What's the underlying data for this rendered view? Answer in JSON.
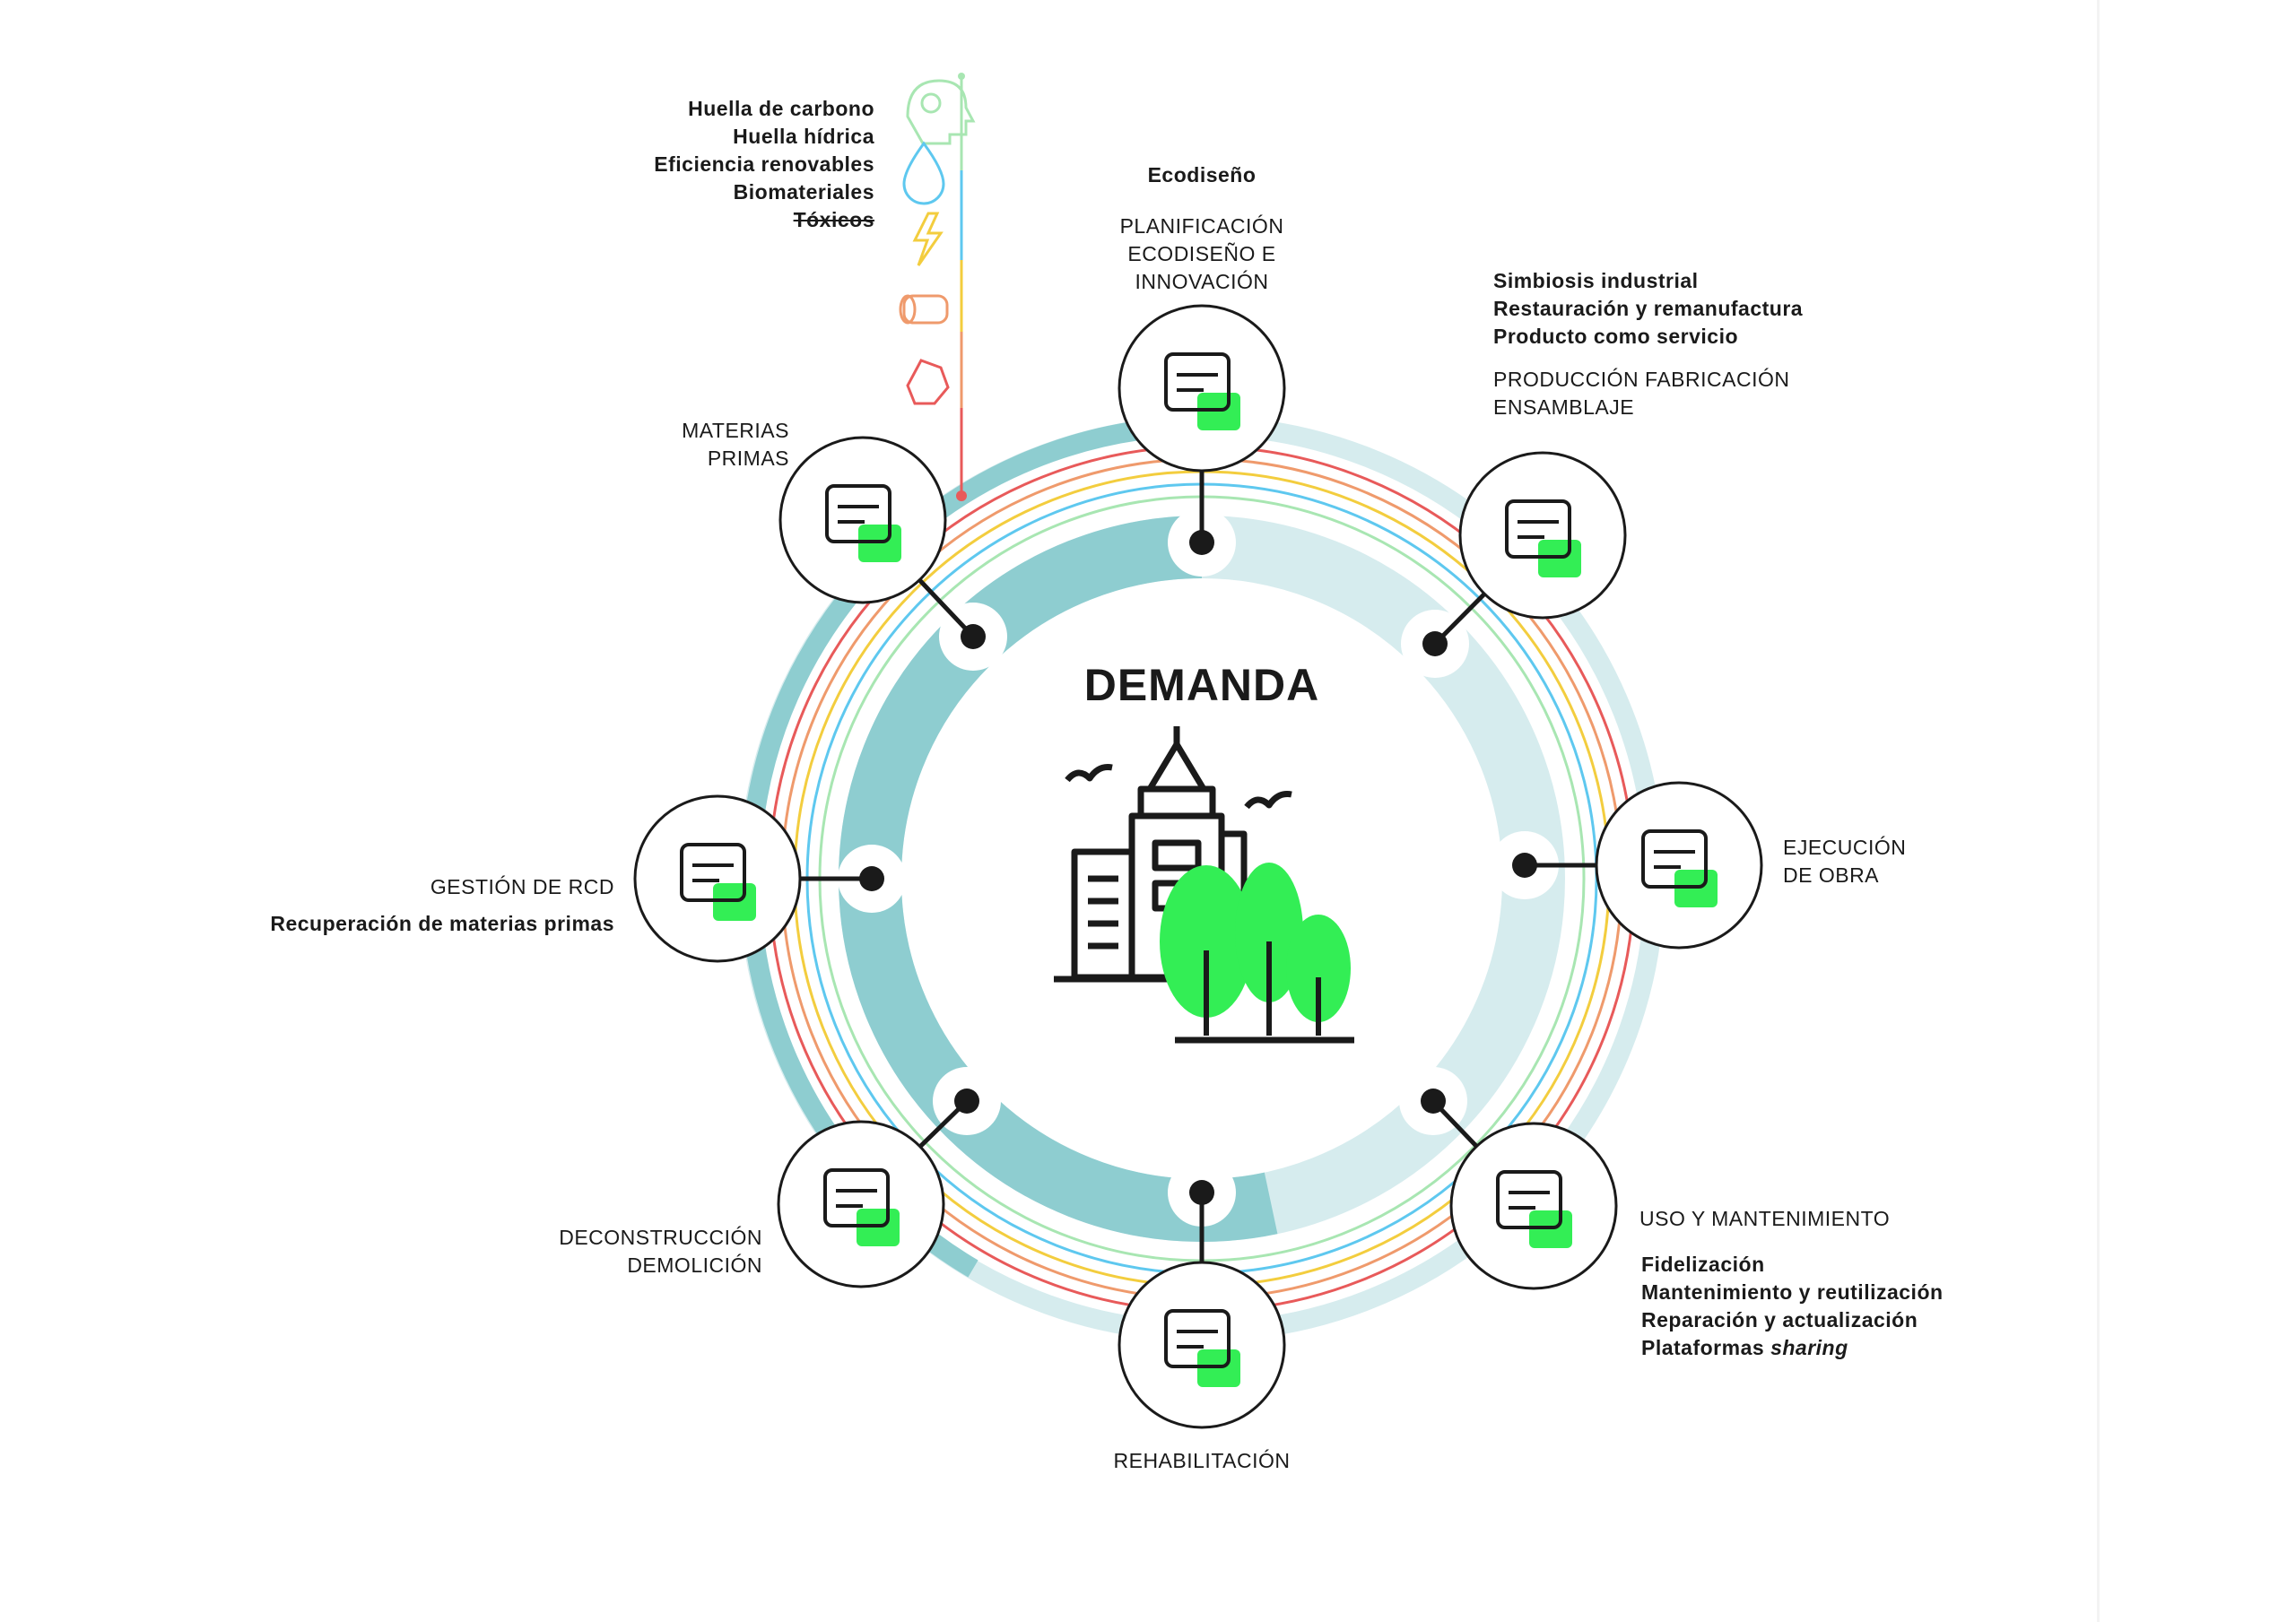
{
  "center": {
    "title": "DEMANDA"
  },
  "colors": {
    "accent_green": "#33ee55",
    "teal_dark": "#8ecdd0",
    "teal_light": "#d6ecee",
    "ring_red": "#e85a5a",
    "ring_orange": "#ef9a6c",
    "ring_yellow": "#f3cd3e",
    "ring_blue": "#5ec8ef",
    "ring_green": "#a8e6b2",
    "stroke": "#1a1a1a"
  },
  "metrics": {
    "items": [
      "Huella de carbono",
      "Huella hídrica",
      "Eficiencia renovables",
      "Biomateriales",
      "Tóxicos"
    ],
    "icons": [
      "brain-head-icon",
      "water-drop-icon",
      "lightning-icon",
      "wood-log-icon",
      "rock-icon"
    ]
  },
  "stages": {
    "planning": {
      "strategy": "Ecodiseño",
      "label": [
        "PLANIFICACIÓN",
        "ECODISEÑO E",
        "INNOVACIÓN"
      ],
      "icon": "blueprint-leaf-icon"
    },
    "production": {
      "strategies": [
        "Simbiosis industrial",
        "Restauración y remanufactura",
        "Producto como servicio"
      ],
      "label": [
        "PRODUCCIÓN FABRICACIÓN",
        "ENSAMBLAJE"
      ],
      "icon": "factory-icon"
    },
    "execution": {
      "label": [
        "EJECUCIÓN",
        "DE OBRA"
      ],
      "icon": "bulldozer-icon"
    },
    "use": {
      "label": "USO Y MANTENIMIENTO",
      "strategies": [
        "Fidelización",
        "Mantenimiento y reutilización",
        "Reparación y actualización"
      ],
      "sharing_prefix": "Plataformas",
      "sharing_italic": "sharing",
      "icon": "house-icon"
    },
    "rehab": {
      "label": "REHABILITACIÓN",
      "icon": "scaffold-icon"
    },
    "demolition": {
      "label": [
        "DECONSTRUCCIÓN",
        "DEMOLICIÓN"
      ],
      "icon": "wrecking-ball-icon"
    },
    "rcd": {
      "label": "GESTIÓN DE RCD",
      "strategy": "Recuperación de materias primas",
      "icon": "dump-truck-icon"
    },
    "raw": {
      "label": [
        "MATERIAS",
        "PRIMAS"
      ],
      "icon": "globe-icon"
    }
  }
}
